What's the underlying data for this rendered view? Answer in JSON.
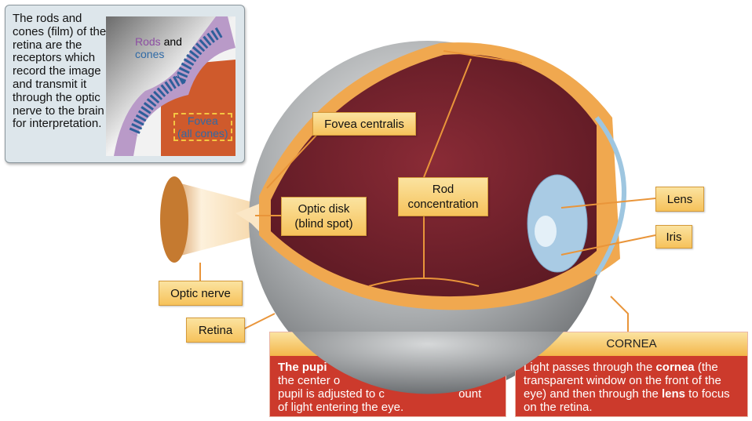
{
  "callout": {
    "text": "The rods and cones (film) of the retina are the receptors which record the image and transmit it through the optic nerve to the brain for interpretation.",
    "rods_word": "Rods",
    "and_word": "and",
    "cones_word": "cones",
    "fovea_line1": "Fovea",
    "fovea_line2": "(all cones)"
  },
  "labels": {
    "fovea_centralis": "Fovea centralis",
    "rod_concentration_1": "Rod",
    "rod_concentration_2": "concentration",
    "optic_disk_1": "Optic disk",
    "optic_disk_2": "(blind spot)",
    "lens": "Lens",
    "iris": "Iris",
    "optic_nerve": "Optic nerve",
    "retina": "Retina"
  },
  "pupil_box": {
    "text_bold": "The pupi",
    "line2": "the center o",
    "line3": "pupil is adjusted to c",
    "line3b": "ount",
    "line4": "of light entering the eye."
  },
  "cornea_box": {
    "heading": "CORNEA",
    "t1": "Light passes through the ",
    "b1": "cornea",
    "t2": " (the transparent window on the front of the eye) and then through the ",
    "b2": "lens",
    "t3": " to focus on the retina."
  },
  "colors": {
    "label_fill": "#f6c25b",
    "box_red": "#cc3a2c",
    "retina_inner": "#7a2230"
  }
}
